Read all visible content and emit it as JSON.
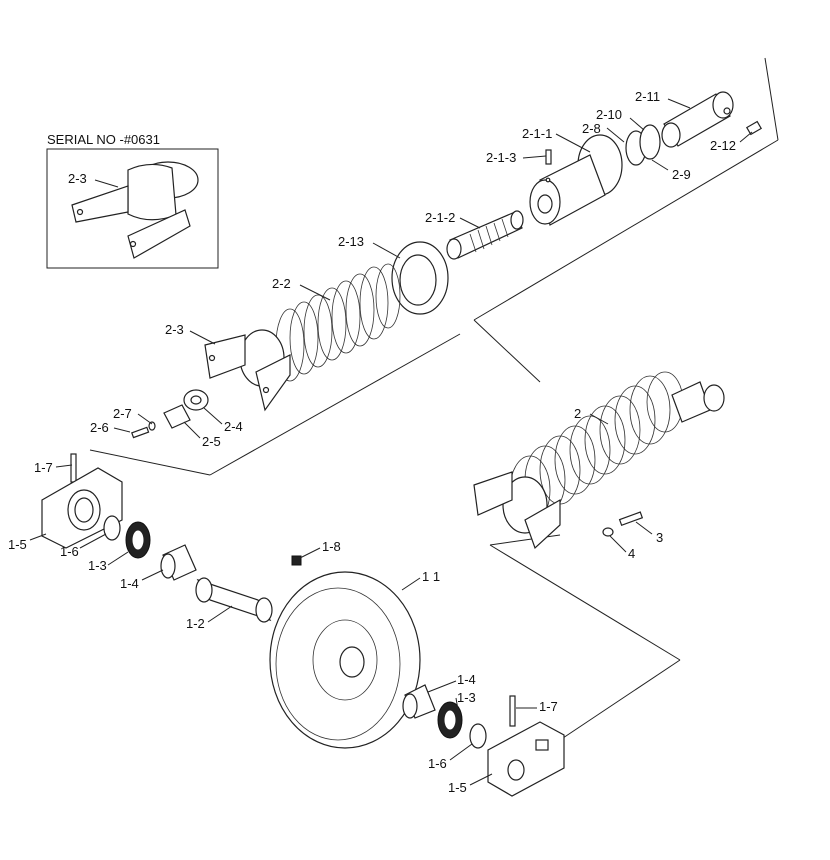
{
  "inset": {
    "serial_label": "SERIAL NO   -#0631",
    "label": "2-3"
  },
  "labels": {
    "l_2_11": "2-11",
    "l_2_10": "2-10",
    "l_2_8": "2-8",
    "l_2_1_1": "2-1-1",
    "l_2_1_3": "2-1-3",
    "l_2_9": "2-9",
    "l_2_12": "2-12",
    "l_2_1_2": "2-1-2",
    "l_2_13": "2-13",
    "l_2_2": "2-2",
    "l_2_3": "2-3",
    "l_2_7": "2-7",
    "l_2_6": "2-6",
    "l_2_5": "2-5",
    "l_2_4": "2-4",
    "l_2": "2",
    "l_3": "3",
    "l_4": "4",
    "l_1_7a": "1-7",
    "l_1_5a": "1-5",
    "l_1_6a": "1-6",
    "l_1_3a": "1-3",
    "l_1_4a": "1-4",
    "l_1_8": "1-8",
    "l_1_1": "1 1",
    "l_1_2": "1-2",
    "l_1_4b": "1-4",
    "l_1_3b": "1-3",
    "l_1_7b": "1-7",
    "l_1_6b": "1-6",
    "l_1_5b": "1-5"
  }
}
